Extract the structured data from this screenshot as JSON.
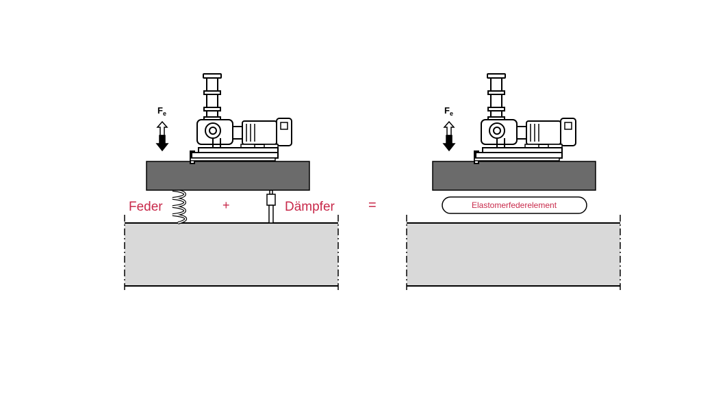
{
  "left": {
    "force_label": "F",
    "force_subscript": "e",
    "spring_label": "Feder",
    "plus_sign": "+",
    "damper_label": "Dämpfer"
  },
  "equals_sign": "=",
  "right": {
    "force_label": "F",
    "force_subscript": "e",
    "element_label": "Elastomerfederelement"
  },
  "colors": {
    "label_red": "#c8294a",
    "slab_fill": "#6b6b6b",
    "ground_fill": "#d9d9d9",
    "outline": "#000000"
  },
  "icons": [
    "pump-motor-icon",
    "force-arrow-icon",
    "spring-icon",
    "damper-icon"
  ]
}
